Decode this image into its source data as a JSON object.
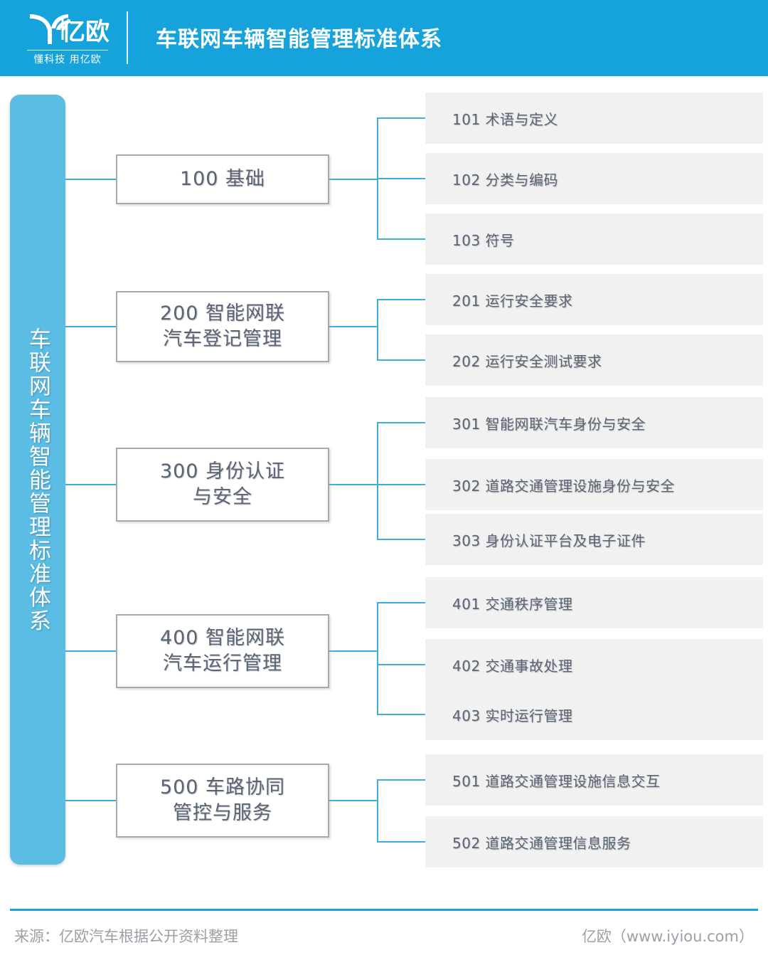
{
  "header": {
    "logo_name": "yiou-logo",
    "logo_text": "亿欧",
    "tagline": "懂科技 用亿欧",
    "title": "车联网车辆智能管理标准体系",
    "bg_color": "#16A3DC"
  },
  "root": {
    "label": "车联网车辆智能管理标准体系",
    "color": "#5BBCE4"
  },
  "colors": {
    "accent": "#16A3DC",
    "connector": "#3FAEDC",
    "box_border": "#A9A9A9",
    "child_bg": "#F1F1F1",
    "text": "#5A6472",
    "footer_text": "#9AA0A6"
  },
  "branches": [
    {
      "code": "100",
      "name": "基础",
      "label": "100  基础",
      "children": [
        {
          "code": "101",
          "name": "术语与定义",
          "label": "101  术语与定义"
        },
        {
          "code": "102",
          "name": "分类与编码",
          "label": "102  分类与编码"
        },
        {
          "code": "103",
          "name": "符号",
          "label": "103  符号"
        }
      ]
    },
    {
      "code": "200",
      "name": "智能网联汽车登记管理",
      "label": "200  智能网联\n汽车登记管理",
      "children": [
        {
          "code": "201",
          "name": "运行安全要求",
          "label": "201  运行安全要求"
        },
        {
          "code": "202",
          "name": "运行安全测试要求",
          "label": "202  运行安全测试要求"
        }
      ]
    },
    {
      "code": "300",
      "name": "身份认证与安全",
      "label": "300  身份认证\n与安全",
      "children": [
        {
          "code": "301",
          "name": "智能网联汽车身份与安全",
          "label": "301  智能网联汽车身份与安全"
        },
        {
          "code": "302",
          "name": "道路交通管理设施身份与安全",
          "label": "302  道路交通管理设施身份与安全"
        },
        {
          "code": "303",
          "name": "身份认证平台及电子证件",
          "label": "303  身份认证平台及电子证件"
        }
      ]
    },
    {
      "code": "400",
      "name": "智能网联汽车运行管理",
      "label": "400  智能网联\n汽车运行管理",
      "children": [
        {
          "code": "401",
          "name": "交通秩序管理",
          "label": "401  交通秩序管理"
        },
        {
          "code": "402",
          "name": "交通事故处理",
          "label": "402  交通事故处理"
        },
        {
          "code": "403",
          "name": "实时运行管理",
          "label": "403  实时运行管理"
        }
      ]
    },
    {
      "code": "500",
      "name": "车路协同管控与服务",
      "label": "500  车路协同\n管控与服务",
      "children": [
        {
          "code": "501",
          "name": "道路交通管理设施信息交互",
          "label": "501  道路交通管理设施信息交互"
        },
        {
          "code": "502",
          "name": "道路交通管理信息服务",
          "label": "502  道路交通管理信息服务"
        }
      ]
    }
  ],
  "footer": {
    "source": "来源：亿欧汽车根据公开资料整理",
    "site": "亿欧（www.iyiou.com）"
  }
}
